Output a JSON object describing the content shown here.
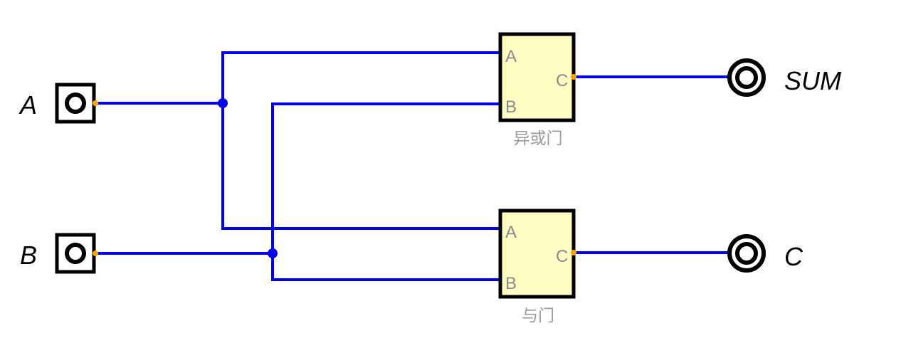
{
  "inputs": [
    {
      "label": "A"
    },
    {
      "label": "B"
    }
  ],
  "outputs": [
    {
      "label": "SUM"
    },
    {
      "label": "C"
    }
  ],
  "gates": [
    {
      "name": "异或门",
      "pin_a": "A",
      "pin_b": "B",
      "pin_out": "C"
    },
    {
      "name": "与门",
      "pin_a": "A",
      "pin_b": "B",
      "pin_out": "C"
    }
  ],
  "colors": {
    "wire": "#0000ee",
    "pin": "#ffa500",
    "gate_fill": "#ffffc4",
    "outline": "#000000"
  }
}
